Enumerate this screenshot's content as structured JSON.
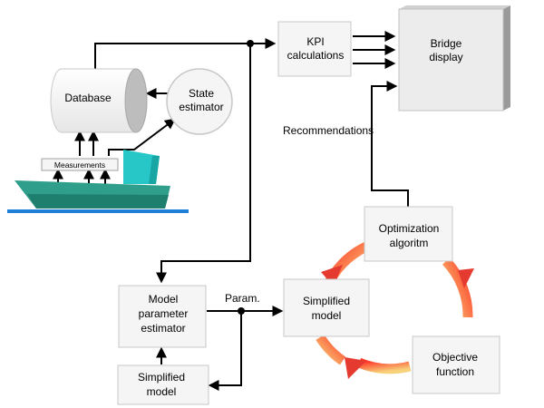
{
  "nodes": {
    "database": "Database",
    "state_estimator_1": "State",
    "state_estimator_2": "estimator",
    "kpi_1": "KPI",
    "kpi_2": "calculations",
    "bridge_1": "Bridge",
    "bridge_2": "display",
    "measurements": "Measurements",
    "model_param_1": "Model",
    "model_param_2": "parameter",
    "model_param_3": "estimator",
    "simplified_model_left_1": "Simplified",
    "simplified_model_left_2": "model",
    "simplified_model_right_1": "Simplified",
    "simplified_model_right_2": "model",
    "optimization_1": "Optimization",
    "optimization_2": "algoritm",
    "objective_1": "Objective",
    "objective_2": "function"
  },
  "labels": {
    "recommendations": "Recommendations",
    "param": "Param."
  },
  "colors": {
    "box_fill": "#f5f5f5",
    "box_stroke": "#c8c8c8",
    "ship_hull": "#2f9e8a",
    "ship_stack": "#27c7c7",
    "water": "#1f7fd8",
    "cycle_arrow": "#e53a2f"
  }
}
